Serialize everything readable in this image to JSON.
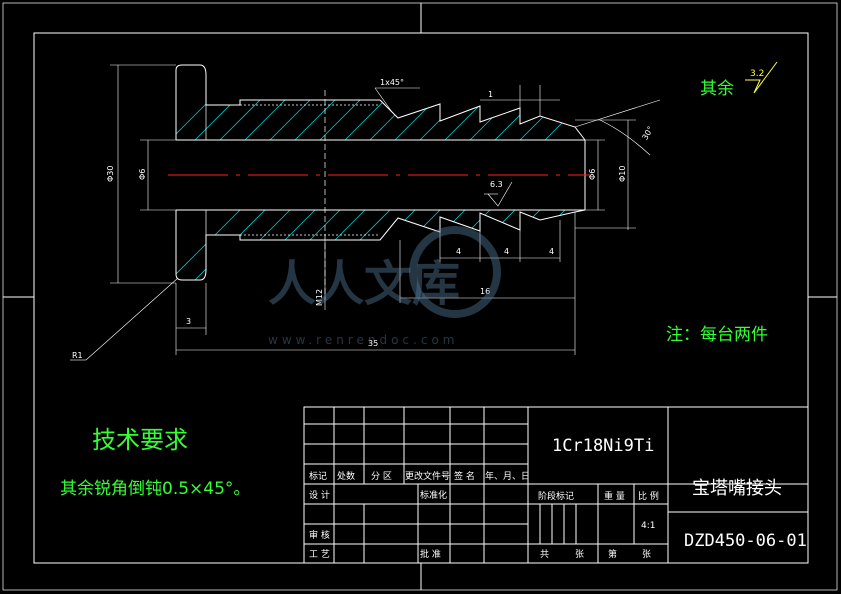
{
  "dimensions": {
    "chamfer": "1x45°",
    "step_1": "1",
    "angle_30": "30°",
    "roughness_bore": "6.3",
    "dia_outer": "Φ30",
    "dia_bore_left": "Φ6",
    "dia_bore_right": "Φ6",
    "dia_tip": "Φ10",
    "thread": "M12",
    "pitch_a": "4",
    "pitch_b": "4",
    "pitch_c": "4",
    "len_16": "16",
    "len_3": "3",
    "len_35": "35",
    "radius": "R1"
  },
  "notes": {
    "roughness_label": "其余",
    "roughness_value": "3.2",
    "quantity_note": "注：每台两件",
    "tech_title": "技术要求",
    "tech_line": "其余锐角倒钝0.5×45°。"
  },
  "title_block": {
    "material": "1Cr18Ni9Ti",
    "part_name": "宝塔嘴接头",
    "drawing_no": "DZD450-06-01",
    "scale": "4:1",
    "headers": {
      "mark": "标记",
      "count": "处数",
      "zone": "分 区",
      "change_doc": "更改文件号",
      "signature": "签 名",
      "date": "年、月、日",
      "design": "设 计",
      "standardize": "标准化",
      "review": "审 核",
      "process": "工 艺",
      "approve": "批 准",
      "stage_mark": "阶段标记",
      "weight": "重 量",
      "ratio": "比 例",
      "total": "共",
      "sheets": "张",
      "page": "第",
      "sheets2": "张"
    }
  },
  "watermark": {
    "text": "人人文库",
    "url": "www.renrendoc.com"
  }
}
